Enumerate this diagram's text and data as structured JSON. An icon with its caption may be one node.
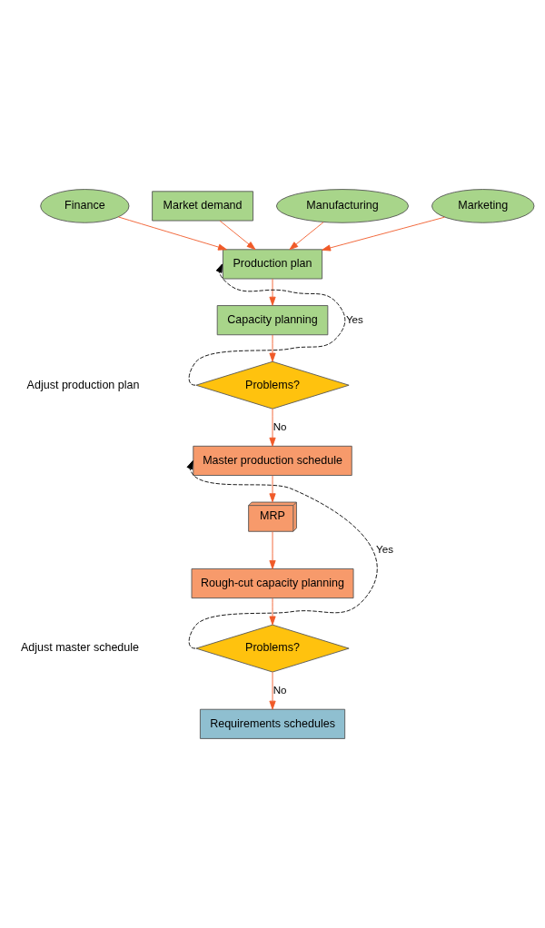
{
  "diagram": {
    "nodes": [
      {
        "text": [
          "Finance"
        ]
      },
      {
        "text": [
          "Market demand"
        ]
      },
      {
        "text": [
          "Manufacturing"
        ]
      },
      {
        "text": [
          "Marketing"
        ]
      },
      {
        "text": [
          "Production plan"
        ]
      },
      {
        "text": [
          "Capacity planning"
        ]
      },
      {
        "text": [
          "Problems?"
        ]
      },
      {
        "text": [
          "Master production schedule"
        ]
      },
      {
        "text": [
          "MRP"
        ]
      },
      {
        "text": [
          "Rough-cut capacity planning"
        ]
      },
      {
        "text": [
          "Problems?"
        ]
      },
      {
        "text": [
          "Requirements schedules"
        ]
      }
    ],
    "edges": [
      {
        "from": 0,
        "to": 4,
        "arrow": "to"
      },
      {
        "from": 1,
        "to": 4,
        "arrow": "to"
      },
      {
        "from": 2,
        "to": 4,
        "arrow": "to"
      },
      {
        "from": 3,
        "to": 4,
        "arrow": "to"
      },
      {
        "from": 4,
        "to": 5,
        "arrow": "to"
      },
      {
        "from": 5,
        "to": 6,
        "arrow": "to"
      },
      {
        "from": 6,
        "to": 4,
        "arrow": "to",
        "label": "Yes",
        "style": "dashed",
        "color": "#000000"
      },
      {
        "from": 6,
        "to": 7,
        "arrow": "to",
        "label": "No"
      },
      {
        "from": 7,
        "to": 8,
        "arrow": "to"
      },
      {
        "from": 8,
        "to": 9,
        "arrow": "to"
      },
      {
        "from": 9,
        "to": 10,
        "arrow": "to"
      },
      {
        "from": 10,
        "to": 7,
        "arrow": "to",
        "label": "Yes",
        "style": "dashed",
        "color": "#000000"
      },
      {
        "from": 10,
        "to": 11,
        "arrow": "to",
        "label": "No"
      }
    ],
    "labels": [
      "Adjust production plan",
      "Adjust master schedule"
    ]
  }
}
